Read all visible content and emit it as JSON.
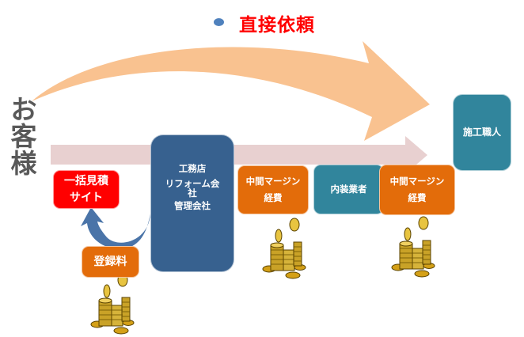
{
  "title": "直接依頼",
  "customer": "お客様",
  "boxes": {
    "ikkatsu": [
      "一括見積",
      "サイト"
    ],
    "company": [
      "工務店",
      "リフォーム会",
      "社",
      "管理会社"
    ],
    "registration_fee": "登録料",
    "margin1": [
      "中間マージン",
      "経費"
    ],
    "interior": "内装業者",
    "margin2": [
      "中間マージン",
      "経費"
    ],
    "craftsman": "施工職人"
  },
  "colors": {
    "title": "#ff0000",
    "direct_arrow": "#f9c290",
    "flow_arrow": "#e8d0d0",
    "red_box": "#ff0000",
    "blue_box": "#37618f",
    "orange_box": "#e36c0a",
    "teal_box": "#31859c"
  }
}
